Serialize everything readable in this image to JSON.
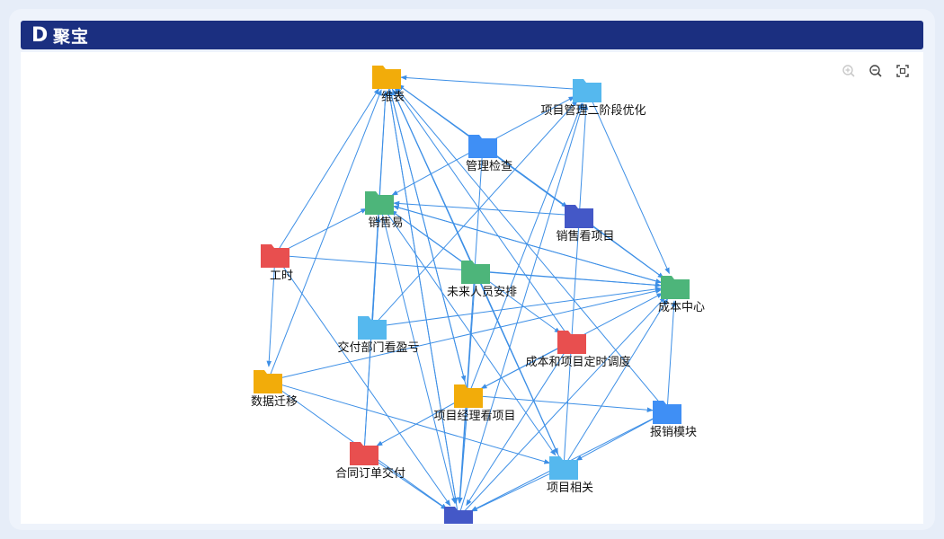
{
  "header": {
    "logo": "D",
    "title": "聚宝"
  },
  "toolbar": [
    {
      "name": "zoom-in-icon",
      "enabled": false
    },
    {
      "name": "zoom-out-icon",
      "enabled": true
    },
    {
      "name": "fit-view-icon",
      "enabled": true
    }
  ],
  "colors": {
    "header": "#1b2f80",
    "edge": "#3d8fe6",
    "yellow": "#f2ac0a",
    "lightblue": "#55b8ee",
    "blue": "#3f8ff5",
    "navy": "#4458c7",
    "green": "#4db57a",
    "red": "#e84f4f"
  },
  "graph": {
    "nodes": [
      {
        "id": "weibiao",
        "label": "维表",
        "color": "yellow"
      },
      {
        "id": "xmgl2",
        "label": "项目管理二阶段优化",
        "color": "lightblue"
      },
      {
        "id": "gljc",
        "label": "管理检查",
        "color": "blue"
      },
      {
        "id": "xsy",
        "label": "销售易",
        "color": "green"
      },
      {
        "id": "xskxm",
        "label": "销售看项目",
        "color": "navy"
      },
      {
        "id": "gongshi",
        "label": "工时",
        "color": "red"
      },
      {
        "id": "wlry",
        "label": "未来人员安排",
        "color": "green"
      },
      {
        "id": "cbzx",
        "label": "成本中心",
        "color": "green"
      },
      {
        "id": "jfbm",
        "label": "交付部门看盈亏",
        "color": "lightblue"
      },
      {
        "id": "cbxmds",
        "label": "成本和项目定时调度",
        "color": "red"
      },
      {
        "id": "sjqy",
        "label": "数据迁移",
        "color": "yellow"
      },
      {
        "id": "xmjl",
        "label": "项目经理看项目",
        "color": "yellow"
      },
      {
        "id": "bxmk",
        "label": "报销模块",
        "color": "blue"
      },
      {
        "id": "htdd",
        "label": "合同订单交付",
        "color": "red"
      },
      {
        "id": "xmxg",
        "label": "项目相关",
        "color": "lightblue"
      },
      {
        "id": "bottom",
        "label": "",
        "color": "navy"
      }
    ],
    "edges": [
      [
        "xmgl2",
        "weibiao"
      ],
      [
        "gljc",
        "weibiao"
      ],
      [
        "wlry",
        "weibiao"
      ],
      [
        "xmjl",
        "weibiao"
      ],
      [
        "htdd",
        "weibiao"
      ],
      [
        "jfbm",
        "weibiao"
      ],
      [
        "gongshi",
        "weibiao"
      ],
      [
        "sjqy",
        "weibiao"
      ],
      [
        "xmxg",
        "weibiao"
      ],
      [
        "bottom",
        "weibiao"
      ],
      [
        "cbxmds",
        "weibiao"
      ],
      [
        "bxmk",
        "weibiao"
      ],
      [
        "gljc",
        "xmgl2"
      ],
      [
        "jfbm",
        "xmgl2"
      ],
      [
        "xmjl",
        "xmgl2"
      ],
      [
        "bottom",
        "xmgl2"
      ],
      [
        "xmxg",
        "xmgl2"
      ],
      [
        "xmgl2",
        "cbzx"
      ],
      [
        "gljc",
        "xsy"
      ],
      [
        "gongshi",
        "xsy"
      ],
      [
        "xskxm",
        "xsy"
      ],
      [
        "cbzx",
        "xsy"
      ],
      [
        "wlry",
        "xsy"
      ],
      [
        "htdd",
        "xsy"
      ],
      [
        "jfbm",
        "xsy"
      ],
      [
        "gljc",
        "xskxm"
      ],
      [
        "gljc",
        "bottom"
      ],
      [
        "xskxm",
        "cbzx"
      ],
      [
        "weibiao",
        "cbzx"
      ],
      [
        "gongshi",
        "cbzx"
      ],
      [
        "jfbm",
        "cbzx"
      ],
      [
        "sjqy",
        "cbzx"
      ],
      [
        "wlry",
        "cbzx"
      ],
      [
        "xmjl",
        "cbzx"
      ],
      [
        "bxmk",
        "cbzx"
      ],
      [
        "xsy",
        "cbzx"
      ],
      [
        "bottom",
        "cbzx"
      ],
      [
        "xmxg",
        "cbzx"
      ],
      [
        "xsy",
        "cbxmds"
      ],
      [
        "xsy",
        "xmxg"
      ],
      [
        "xsy",
        "bottom"
      ],
      [
        "gongshi",
        "sjqy"
      ],
      [
        "gongshi",
        "bottom"
      ],
      [
        "wlry",
        "bottom"
      ],
      [
        "wlry",
        "xmxg"
      ],
      [
        "sjqy",
        "xmxg"
      ],
      [
        "sjqy",
        "bottom"
      ],
      [
        "xmjl",
        "bxmk"
      ],
      [
        "xmjl",
        "bottom"
      ],
      [
        "xmjl",
        "htdd"
      ],
      [
        "htdd",
        "bottom"
      ],
      [
        "xmxg",
        "bottom"
      ],
      [
        "bxmk",
        "bottom"
      ],
      [
        "cbxmds",
        "bottom"
      ],
      [
        "cbxmds",
        "xmjl"
      ],
      [
        "bxmk",
        "xmxg"
      ],
      [
        "weibiao",
        "bottom"
      ],
      [
        "weibiao",
        "xmxg"
      ],
      [
        "weibiao",
        "xmjl"
      ]
    ]
  }
}
